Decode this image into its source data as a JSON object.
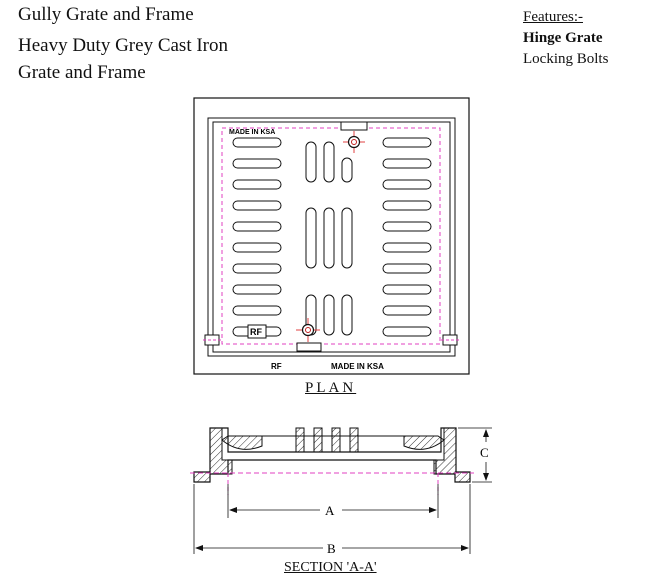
{
  "title": {
    "line1": "Gully Grate and Frame",
    "line2": "Heavy Duty Grey Cast Iron",
    "line3": "Grate and Frame"
  },
  "features": {
    "heading": "Features:-",
    "items": [
      "Hinge Grate",
      "Locking Bolts"
    ]
  },
  "plan": {
    "caption": "PLAN",
    "mark_top": "MADE IN KSA",
    "mark_logo": "RF",
    "mark_bottom_left": "RF",
    "mark_bottom_right": "MADE IN KSA"
  },
  "section": {
    "caption": "SECTION 'A-A'",
    "dim_a": "A",
    "dim_b": "B",
    "dim_c": "C"
  }
}
